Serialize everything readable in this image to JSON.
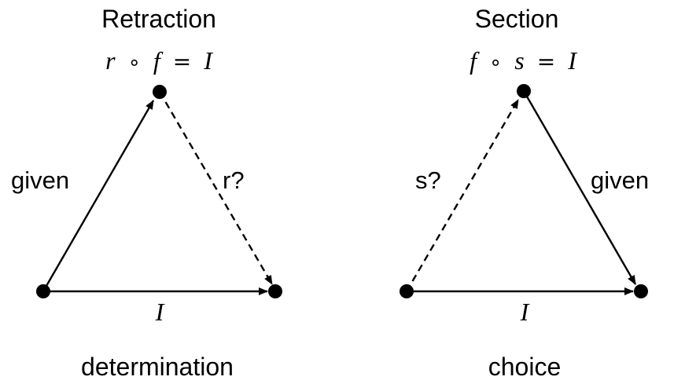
{
  "retraction": {
    "title": "Retraction",
    "equation": {
      "lhs_a": "r",
      "op": "∘",
      "lhs_b": "f",
      "eq": "=",
      "rhs": "I"
    },
    "edges": {
      "left": "given",
      "right": "r?",
      "bottom": "I"
    },
    "caption": "determination"
  },
  "section": {
    "title": "Section",
    "equation": {
      "lhs_a": "f",
      "op": "∘",
      "lhs_b": "s",
      "eq": "=",
      "rhs": "I"
    },
    "edges": {
      "left": "s?",
      "right": "given",
      "bottom": "I"
    },
    "caption": "choice"
  }
}
